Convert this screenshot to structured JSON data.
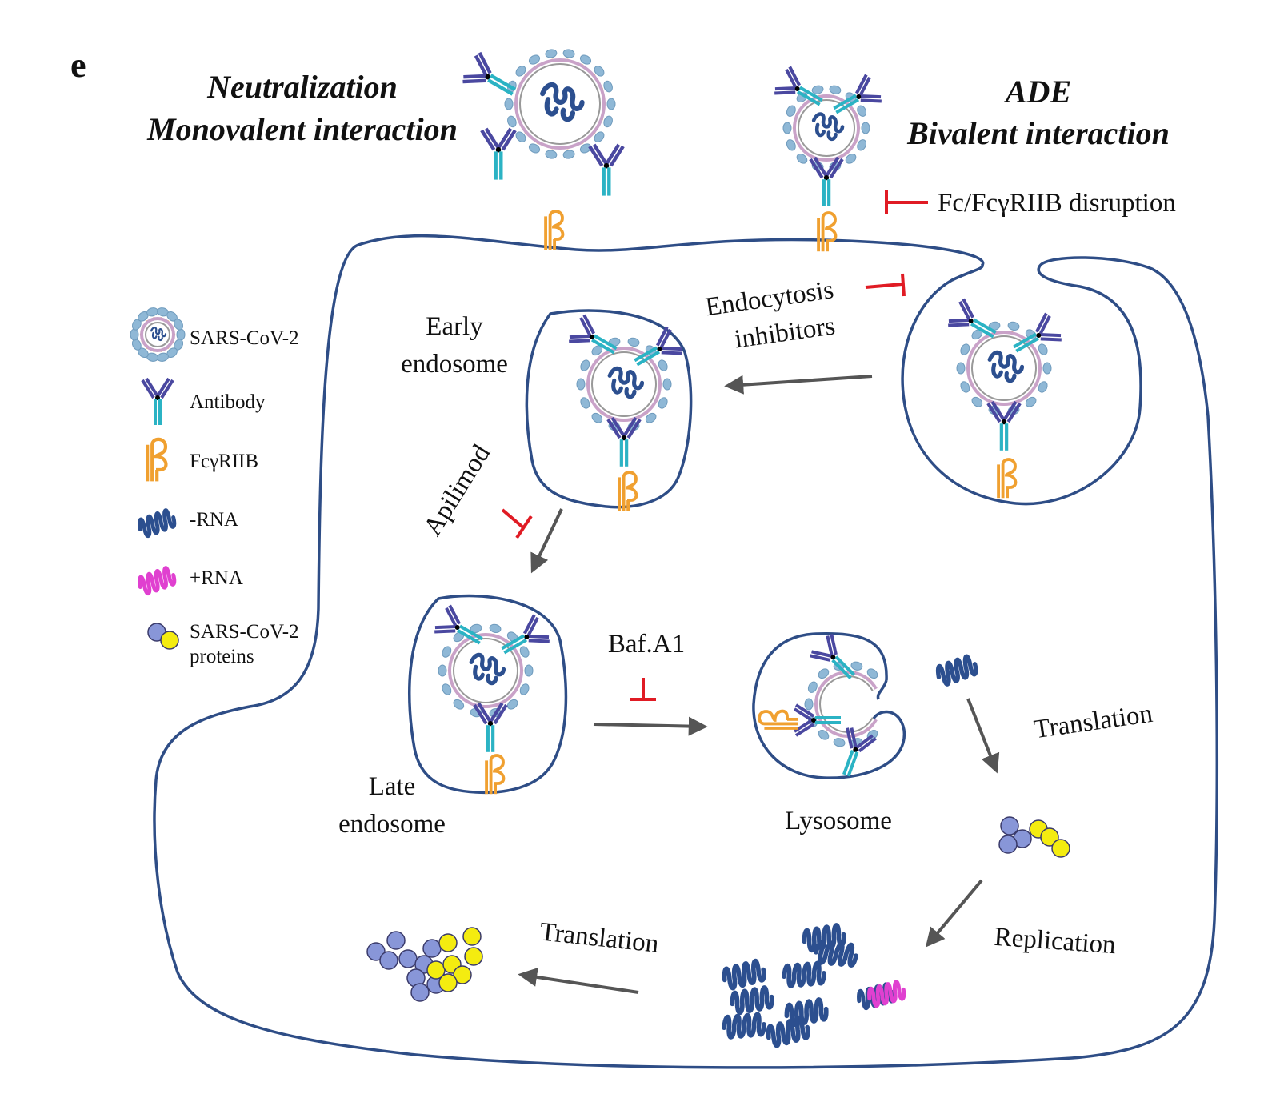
{
  "panel_letter": "e",
  "titles": {
    "neutralization": "Neutralization",
    "monovalent": "Monovalent interaction",
    "ade": "ADE",
    "bivalent": "Bivalent interaction"
  },
  "inhibitors": {
    "fc_disruption": "Fc/FcγRIIB disruption",
    "endocytosis_line1": "Endocytosis",
    "endocytosis_line2": "inhibitors",
    "apilimod": "Apilimod",
    "bafa1": "Baf.A1"
  },
  "compartments": {
    "early_line1": "Early",
    "early_line2": "endosome",
    "late_line1": "Late",
    "late_line2": "endosome",
    "lysosome": "Lysosome"
  },
  "processes": {
    "translation_right": "Translation",
    "replication": "Replication",
    "translation_bottom": "Translation"
  },
  "legend": [
    {
      "icon": "virus-icon",
      "label": "SARS-CoV-2"
    },
    {
      "icon": "antibody-icon",
      "label": "Antibody"
    },
    {
      "icon": "receptor-icon",
      "label": "FcγRIIB"
    },
    {
      "icon": "negative-rna-icon",
      "label": "-RNA"
    },
    {
      "icon": "positive-rna-icon",
      "label": "+RNA"
    },
    {
      "icon": "proteins-icon",
      "label_line1": "SARS-CoV-2",
      "label_line2": "proteins"
    }
  ],
  "colors": {
    "membrane": "#2e4d86",
    "inhibitor": "#e01b24",
    "arrow": "#555555",
    "antibody_fab": "#4a48a0",
    "antibody_fc": "#2bb3c4",
    "receptor": "#f0a030",
    "spike": "#8fb8d6",
    "virus_envelope": "#c9a2c8",
    "neg_rna": "#2c4f8f",
    "pos_rna": "#e040d0",
    "protein_blue": "#8896d8",
    "protein_yellow": "#f4ec10"
  }
}
